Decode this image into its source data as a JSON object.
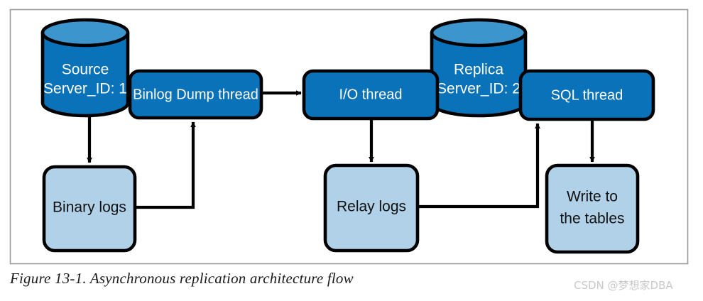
{
  "figure": {
    "caption": "Figure 13-1. Asynchronous replication architecture flow",
    "watermark": "CSDN @梦想家DBA",
    "frame": {
      "stroke": "#808080"
    }
  },
  "colors": {
    "cylinder_body": "#0a72b9",
    "cylinder_top": "#3d95cd",
    "process_box": "#0a72b9",
    "storage_box": "#b0d1e8",
    "outline": "#000000",
    "label_light": "#ffffff",
    "label_dark": "#111111",
    "connector": "#000000"
  },
  "nodes": {
    "source_db": {
      "name": "source-database-cylinder",
      "line1": "Source",
      "line2": "Server_ID: 1",
      "type": "cylinder"
    },
    "binlog_dump_thread": {
      "name": "binlog-dump-thread-box",
      "label": "Binlog Dump thread",
      "type": "process"
    },
    "io_thread": {
      "name": "io-thread-box",
      "label": "I/O thread",
      "type": "process"
    },
    "replica_db": {
      "name": "replica-database-cylinder",
      "line1": "Replica",
      "line2": "Server_ID: 2",
      "type": "cylinder"
    },
    "sql_thread": {
      "name": "sql-thread-box",
      "label": "SQL thread",
      "type": "process"
    },
    "binary_logs": {
      "name": "binary-logs-box",
      "label": "Binary logs",
      "type": "storage"
    },
    "relay_logs": {
      "name": "relay-logs-box",
      "label": "Relay logs",
      "type": "storage"
    },
    "write_tables": {
      "name": "write-to-the-tables-box",
      "line1": "Write to",
      "line2": "the tables",
      "type": "storage"
    }
  },
  "connectors": [
    {
      "name": "source-to-binary-logs-arrow",
      "from": "source_db",
      "to": "binary_logs",
      "style": "straight-down-arrow"
    },
    {
      "name": "binary-logs-to-binlog-dump-arrow",
      "from": "binary_logs",
      "to": "binlog_dump_thread",
      "style": "elbow-up-arrow"
    },
    {
      "name": "binlog-dump-to-io-thread-arrow",
      "from": "binlog_dump_thread",
      "to": "io_thread",
      "style": "straight-right-arrow"
    },
    {
      "name": "io-thread-to-relay-logs-arrow",
      "from": "io_thread",
      "to": "relay_logs",
      "style": "straight-down-arrow"
    },
    {
      "name": "relay-logs-to-sql-thread-arrow",
      "from": "relay_logs",
      "to": "sql_thread",
      "style": "elbow-up-arrow"
    },
    {
      "name": "sql-thread-to-write-tables-arrow",
      "from": "sql_thread",
      "to": "write_tables",
      "style": "straight-down-arrow"
    }
  ]
}
